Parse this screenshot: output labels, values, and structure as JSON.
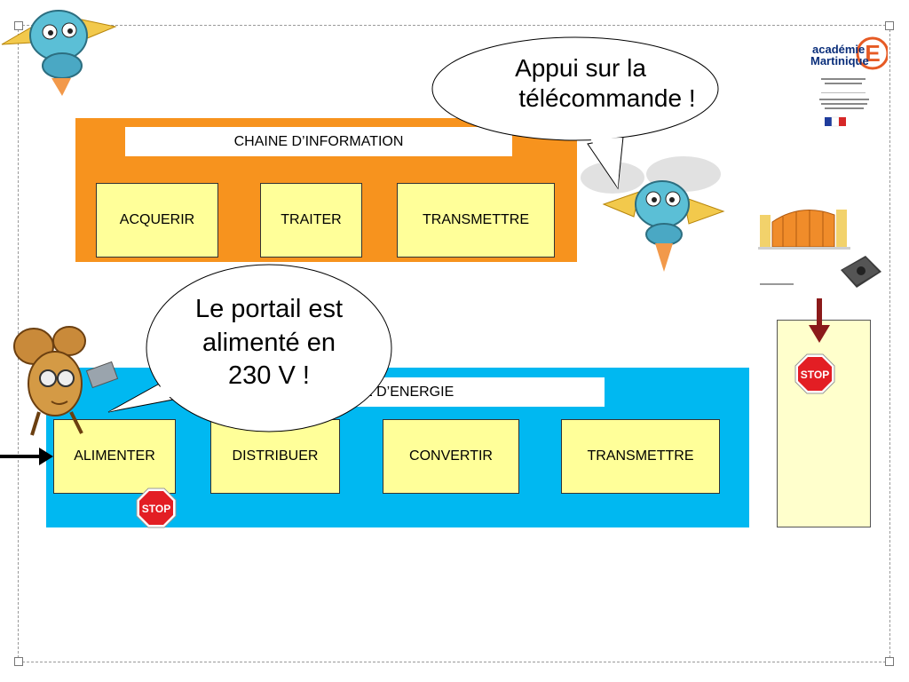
{
  "information_chain": {
    "title": "CHAINE D’INFORMATION",
    "blocks": [
      "ACQUERIR",
      "TRAITER",
      "TRANSMETTRE"
    ]
  },
  "energy_chain": {
    "title": "INE D’ENERGIE",
    "blocks": [
      "ALIMENTER",
      "DISTRIBUER",
      "CONVERTIR",
      "TRANSMETTRE"
    ]
  },
  "bubbles": {
    "remote": [
      "Appui sur la",
      "télécommande !"
    ],
    "power": [
      "Le portail est",
      "alimenté en",
      "230 V !"
    ]
  },
  "stop_sign": {
    "label": "STOP"
  },
  "logo": {
    "name_line1": "académie",
    "name_line2": "Martinique",
    "letter": "E"
  },
  "colors": {
    "information_panel": "#f7931e",
    "energy_panel": "#00b8f1",
    "block_fill": "#ffff99",
    "stop_red": "#e31e24",
    "arrow_dark_red": "#8b1a1a"
  }
}
